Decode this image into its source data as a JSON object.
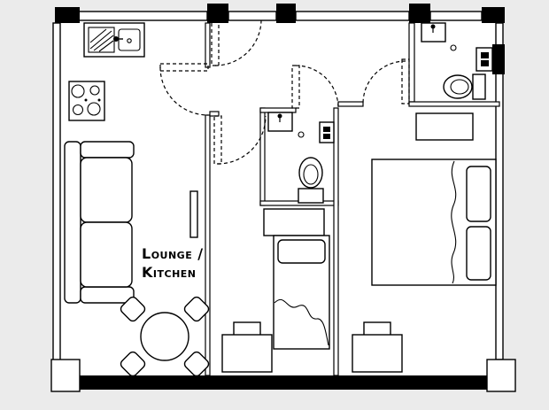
{
  "meta": {
    "type": "architectural-floor-plan",
    "view": "top-down apartment plan"
  },
  "colors": {
    "background": "#ebebeb",
    "floor": "#ffffff",
    "line": "#000000"
  },
  "labels": {
    "lounge_kitchen_line1": "Lounge /",
    "lounge_kitchen_line2": "Kitchen"
  },
  "rooms": [
    {
      "name": "lounge-kitchen",
      "label": "Lounge / Kitchen"
    },
    {
      "name": "entry-hall"
    },
    {
      "name": "bedroom-middle"
    },
    {
      "name": "bedroom-right"
    },
    {
      "name": "bathroom-middle"
    },
    {
      "name": "bathroom-top-right"
    }
  ],
  "fixtures": {
    "lounge_kitchen": [
      "sink-unit",
      "hob",
      "sofa",
      "radiator",
      "dining-table",
      "dining-chairs-x4"
    ],
    "bedroom_middle": [
      "wardrobe",
      "single-bed",
      "pillow",
      "blanket",
      "desk",
      "chair"
    ],
    "bedroom_right": [
      "wardrobe",
      "double-bed",
      "pillows-x2",
      "blanket",
      "desk",
      "chair"
    ],
    "bathroom_middle": [
      "wash-basin",
      "drain",
      "wall-unit",
      "toilet"
    ],
    "bathroom_top_right": [
      "wash-basin",
      "drain",
      "wall-unit",
      "toilet"
    ],
    "doors": [
      "entry-door",
      "lounge-door",
      "bedroom-middle-door",
      "bathroom-middle-door",
      "bedroom-right-door"
    ],
    "windows": 4
  }
}
